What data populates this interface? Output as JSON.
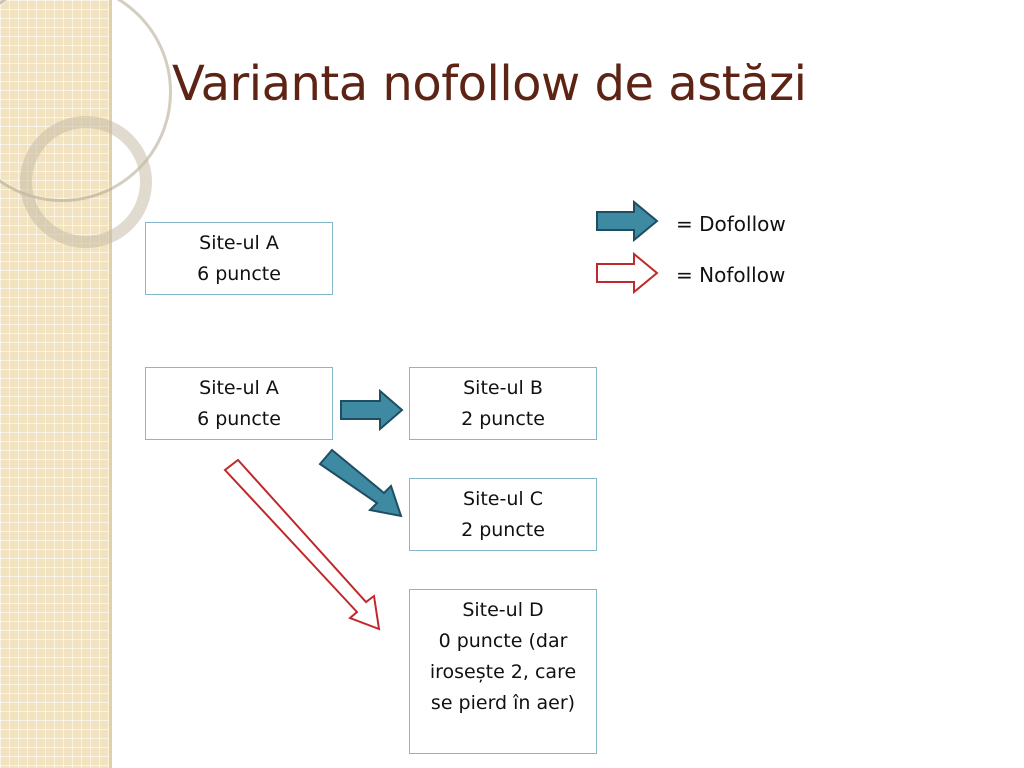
{
  "slide": {
    "title": "Varianta nofollow de astăzi"
  },
  "legend": {
    "dofollow_label": "= Dofollow",
    "nofollow_label": "= Nofollow"
  },
  "nodes": {
    "site_a_top": {
      "name": "Site-ul A",
      "points": "6 puncte"
    },
    "site_a": {
      "name": "Site-ul A",
      "points": "6 puncte"
    },
    "site_b": {
      "name": "Site-ul B",
      "points": "2 puncte"
    },
    "site_c": {
      "name": "Site-ul C",
      "points": "2 puncte"
    },
    "site_d": {
      "name": "Site-ul D",
      "lines": [
        "0 puncte (dar",
        "irosește 2, care",
        "se pierd în aer)"
      ]
    }
  },
  "colors": {
    "title": "#5d2415",
    "node_border": "#86b8cb",
    "dofollow_fill": "#3f8aa3",
    "dofollow_stroke": "#1f4e62",
    "nofollow_stroke": "#c0292b",
    "panel": "#f1e3bf"
  },
  "icons": {
    "dofollow": "block-arrow-filled",
    "nofollow": "block-arrow-outline"
  }
}
